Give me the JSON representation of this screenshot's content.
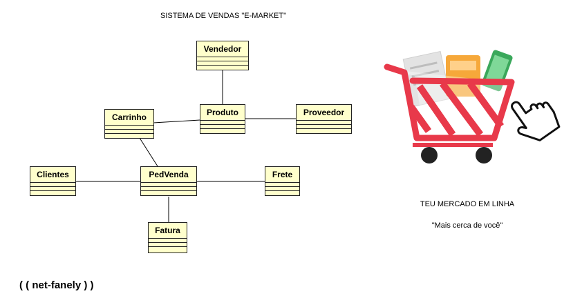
{
  "title": "SISTEMA DE VENDAS \"E-MARKET\"",
  "classes": {
    "vendedor": "Vendedor",
    "produto": "Produto",
    "proveedor": "Proveedor",
    "carrinho": "Carrinho",
    "clientes": "Clientes",
    "pedvenda": "PedVenda",
    "frete": "Frete",
    "fatura": "Fatura"
  },
  "brand": {
    "tagline": "TEU MERCADO EM LINHA",
    "slogan": "\"Mais cerca de você\""
  },
  "footer": "( ( net-fanely ) )",
  "colors": {
    "class_fill": "#ffffcc",
    "cart_red": "#e8394a"
  },
  "icons": [
    "shopping-cart-icon",
    "hand-pointer-icon"
  ]
}
